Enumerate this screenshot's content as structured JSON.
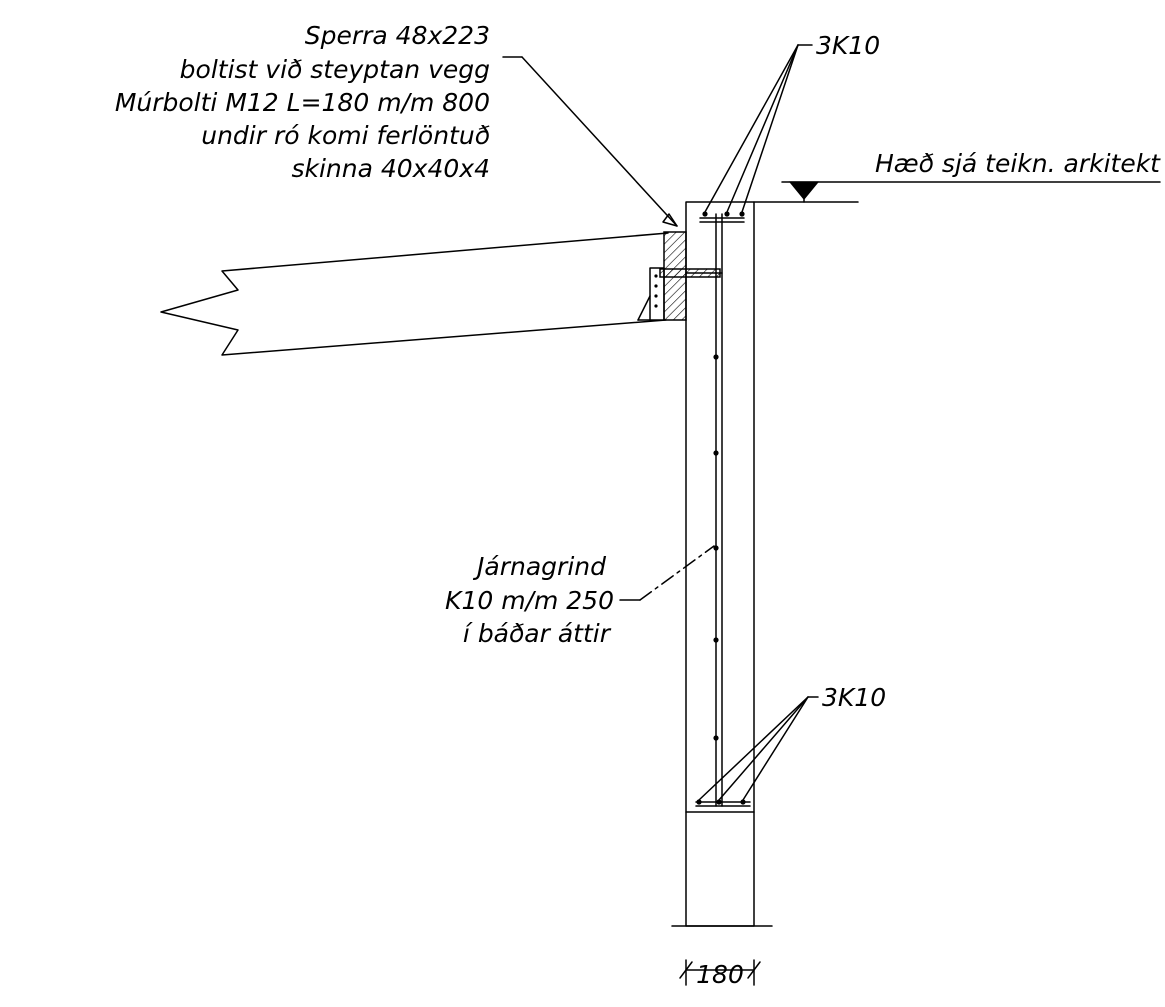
{
  "annotations": {
    "rafter_note": [
      "Sperra 48x223",
      "boltist við steyptan vegg",
      "Múrbolti M12 L=180 m/m 800",
      "undir ró komi ferlöntuð",
      "skinna 40x40x4"
    ],
    "top_rebar": "3K10",
    "level_note": "Hæð sjá teikn. arkitekt",
    "mesh_note": [
      "Járnagrind",
      "K10 m/m 250",
      "í báðar áttir"
    ],
    "bottom_rebar": "3K10",
    "wall_thickness": "180"
  }
}
